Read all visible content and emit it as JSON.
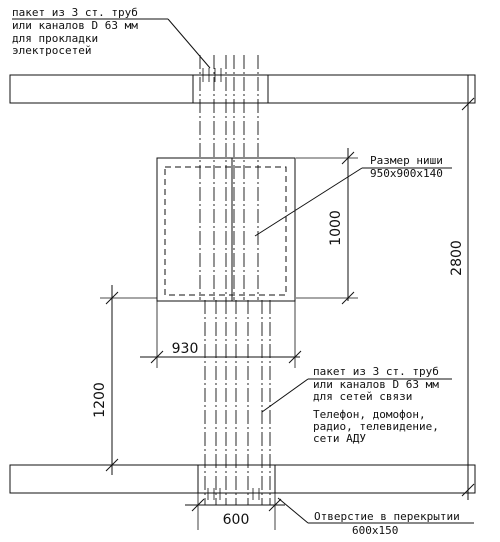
{
  "notes": {
    "top_pipes": [
      "пакет из 3 ст. труб",
      "или каналов D 63 мм",
      "для прокладки",
      "электросетей"
    ],
    "niche_size_label": "Размер ниши",
    "niche_size_value": "950х900х140",
    "bottom_pipes": [
      "пакет из 3 ст. труб",
      "или каналов D 63 мм",
      "для сетей связи"
    ],
    "services": [
      "Телефон, домофон,",
      "радио, телевидение,",
      "сети АДУ"
    ],
    "slab_opening_label": "Отверстие в перекрытии",
    "slab_opening_value": "600х150"
  },
  "dimensions": {
    "niche_height": "1000",
    "niche_width": "930",
    "storey_height": "2800",
    "niche_elevation": "1200",
    "opening_width": "600"
  }
}
